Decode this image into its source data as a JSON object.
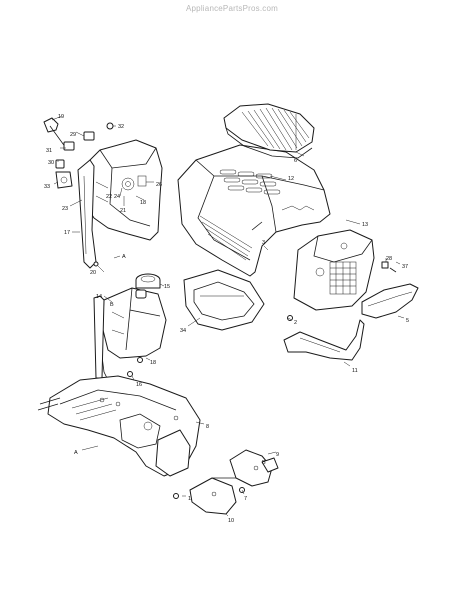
{
  "watermark": "AppliancePartsPros.com",
  "callouts": {
    "c1": "1",
    "c2": "2",
    "c3": "3",
    "c5": "5",
    "c6": "6",
    "c7": "7",
    "c8": "8",
    "c9": "9",
    "c10": "10",
    "c11": "11",
    "c12": "12",
    "c13": "13",
    "c14": "14",
    "c15": "15",
    "c16": "16",
    "c17": "17",
    "c18": "18",
    "c19": "19",
    "c20": "20",
    "c21": "21",
    "c22": "22",
    "c23": "23",
    "c24": "24",
    "c26": "26",
    "c28": "28",
    "c29": "29",
    "c30": "30",
    "c31": "31",
    "c32": "32",
    "c33": "33",
    "c34": "34",
    "c37": "37",
    "cA1": "A",
    "cA2": "A",
    "cB": "B",
    "cB2": "B"
  }
}
